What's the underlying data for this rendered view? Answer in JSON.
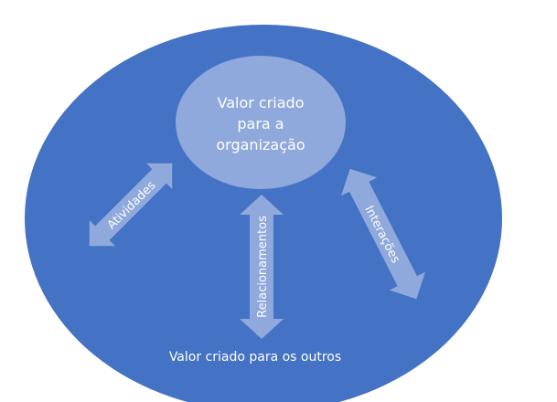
{
  "diagram": {
    "center": {
      "line1": "Valor criado",
      "line2": "para a",
      "line3": "organização"
    },
    "bottom_label": "Valor criado para os outros",
    "arrows": {
      "left": "Atividades",
      "middle": "Relacionamentos",
      "right": "Interações"
    }
  }
}
